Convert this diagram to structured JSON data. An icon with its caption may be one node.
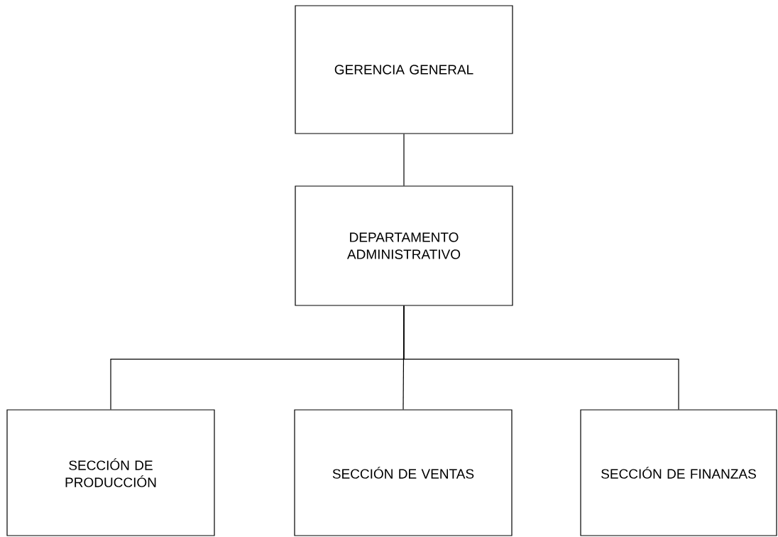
{
  "diagram": {
    "nodes": [
      {
        "text": [
          "GERENCIA GENERAL"
        ]
      },
      {
        "text": [
          "DEPARTAMENTO ADMINISTRATIVO"
        ]
      },
      {
        "text": [
          "SECCIÓN DE PRODUCCIÓN"
        ]
      },
      {
        "text": [
          "SECCIÓN DE VENTAS"
        ]
      },
      {
        "text": [
          "SECCIÓN DE FINANZAS"
        ]
      }
    ],
    "edges": [
      {
        "from": 0,
        "to": 1,
        "arrow": "none"
      },
      {
        "from": 1,
        "to": 2,
        "arrow": "none"
      },
      {
        "from": 1,
        "to": 3,
        "arrow": "none"
      },
      {
        "from": 1,
        "to": 4,
        "arrow": "none"
      }
    ]
  }
}
